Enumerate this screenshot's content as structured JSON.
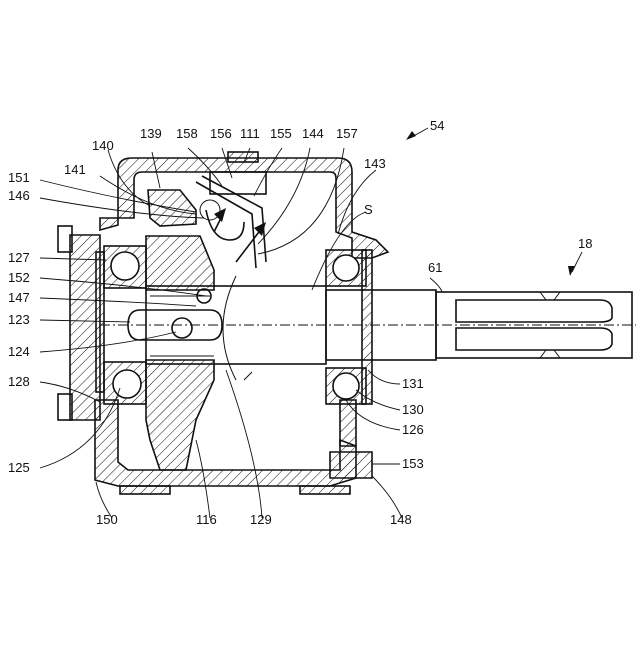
{
  "labels": {
    "l54": "54",
    "l18": "18",
    "l61": "61",
    "lS": "S",
    "l139": "139",
    "l158": "158",
    "l156": "156",
    "l111": "111",
    "l155": "155",
    "l144": "144",
    "l157": "157",
    "l140": "140",
    "l143": "143",
    "l151": "151",
    "l141": "141",
    "l146": "146",
    "l127": "127",
    "l152": "152",
    "l147": "147",
    "l123": "123",
    "l124": "124",
    "l128": "128",
    "l125": "125",
    "l131": "131",
    "l130": "130",
    "l126": "126",
    "l153": "153",
    "l150": "150",
    "l116": "116",
    "l129": "129",
    "l148": "148"
  }
}
